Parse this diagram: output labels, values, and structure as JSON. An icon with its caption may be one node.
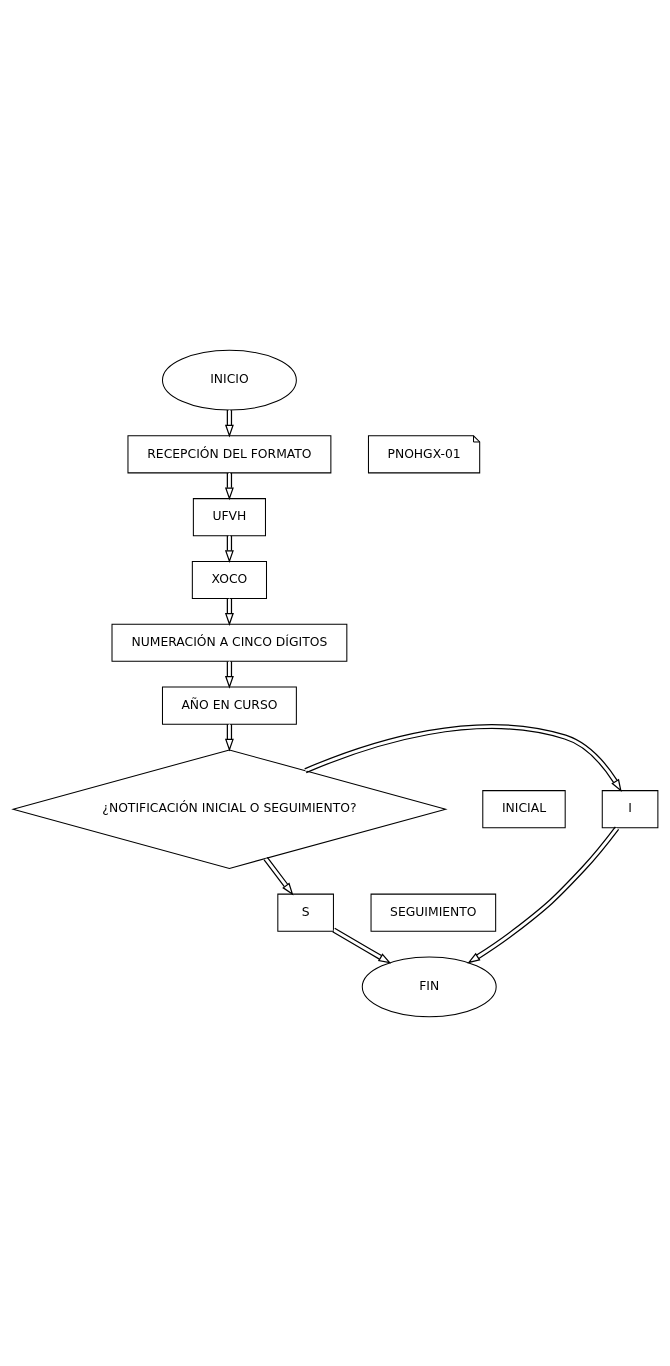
{
  "diagram": {
    "nodes": [
      {
        "text": [
          "INICIO"
        ]
      },
      {
        "text": [
          "RECEPCIÓN DEL FORMATO"
        ]
      },
      {
        "text": [
          "PNOHGX-01"
        ]
      },
      {
        "text": [
          "UFVH"
        ]
      },
      {
        "text": [
          "XOCO"
        ]
      },
      {
        "text": [
          "NUMERACIÓN A CINCO DÍGITOS"
        ]
      },
      {
        "text": [
          "AÑO EN CURSO"
        ]
      },
      {
        "text": [
          "¿NOTIFICACIÓN INICIAL O SEGUIMIENTO?"
        ]
      },
      {
        "text": [
          "INICIAL"
        ]
      },
      {
        "text": [
          "I"
        ]
      },
      {
        "text": [
          "SEGUIMIENTO"
        ]
      },
      {
        "text": [
          "S"
        ]
      },
      {
        "text": [
          "FIN"
        ]
      }
    ],
    "edges": [
      {
        "from": 0,
        "to": 1,
        "arrow": "to"
      },
      {
        "from": 1,
        "to": 3,
        "arrow": "to"
      },
      {
        "from": 3,
        "to": 4,
        "arrow": "to"
      },
      {
        "from": 4,
        "to": 5,
        "arrow": "to"
      },
      {
        "from": 5,
        "to": 6,
        "arrow": "to"
      },
      {
        "from": 6,
        "to": 7,
        "arrow": "to"
      },
      {
        "from": 7,
        "to": 9,
        "arrow": "to"
      },
      {
        "from": 7,
        "to": 11,
        "arrow": "to"
      },
      {
        "from": 11,
        "to": 12,
        "arrow": "to"
      },
      {
        "from": 9,
        "to": 12,
        "arrow": "to"
      }
    ]
  }
}
